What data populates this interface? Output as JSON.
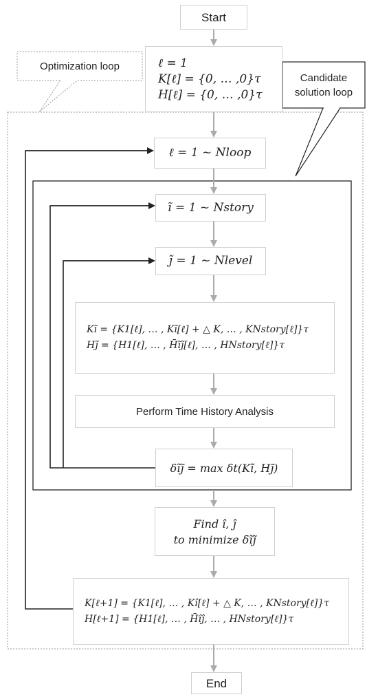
{
  "flow": {
    "start": "Start",
    "init": {
      "line1": "ℓ = 1",
      "line2": "K[ℓ] = {0, … ,0}τ",
      "line3": "H[ℓ] = {0, … ,0}τ"
    },
    "loop_l": "ℓ = 1 ~ Nloop",
    "loop_i": "ĩ = 1 ~ Nstory",
    "loop_j": "j̃ = 1 ~ Nlevel",
    "update": {
      "line1": "Kĩ = {K1[ℓ], … , Kĩ[ℓ] + △ K, … , KNstory[ℓ]}τ",
      "line2": "Hj̃ = {H1[ℓ], … , H̄ĩj̃[ℓ], … , HNstory[ℓ]}τ"
    },
    "analysis": "Perform Time History Analysis",
    "delta": "δĩj̃ = max δt(Kĩ, Hj̃)",
    "find": {
      "line1": "Find î, ĵ",
      "line2": "to minimize δĩj̃"
    },
    "final": {
      "line1": "K[ℓ+1] = {K1[ℓ], … , Kî[ℓ] + △ K, … , KNstory[ℓ]}τ",
      "line2": "H[ℓ+1] = {H1[ℓ], … , H̄îĵ, … , HNstory[ℓ]}τ"
    },
    "end": "End"
  },
  "callouts": {
    "optimization": "Optimization loop",
    "candidate_line1": "Candidate",
    "candidate_line2": "solution loop"
  },
  "colors": {
    "arrow": "#ababab",
    "loop_line": "#222222",
    "box_border": "#cfcfcf",
    "dotted": "#9a9a9a"
  }
}
